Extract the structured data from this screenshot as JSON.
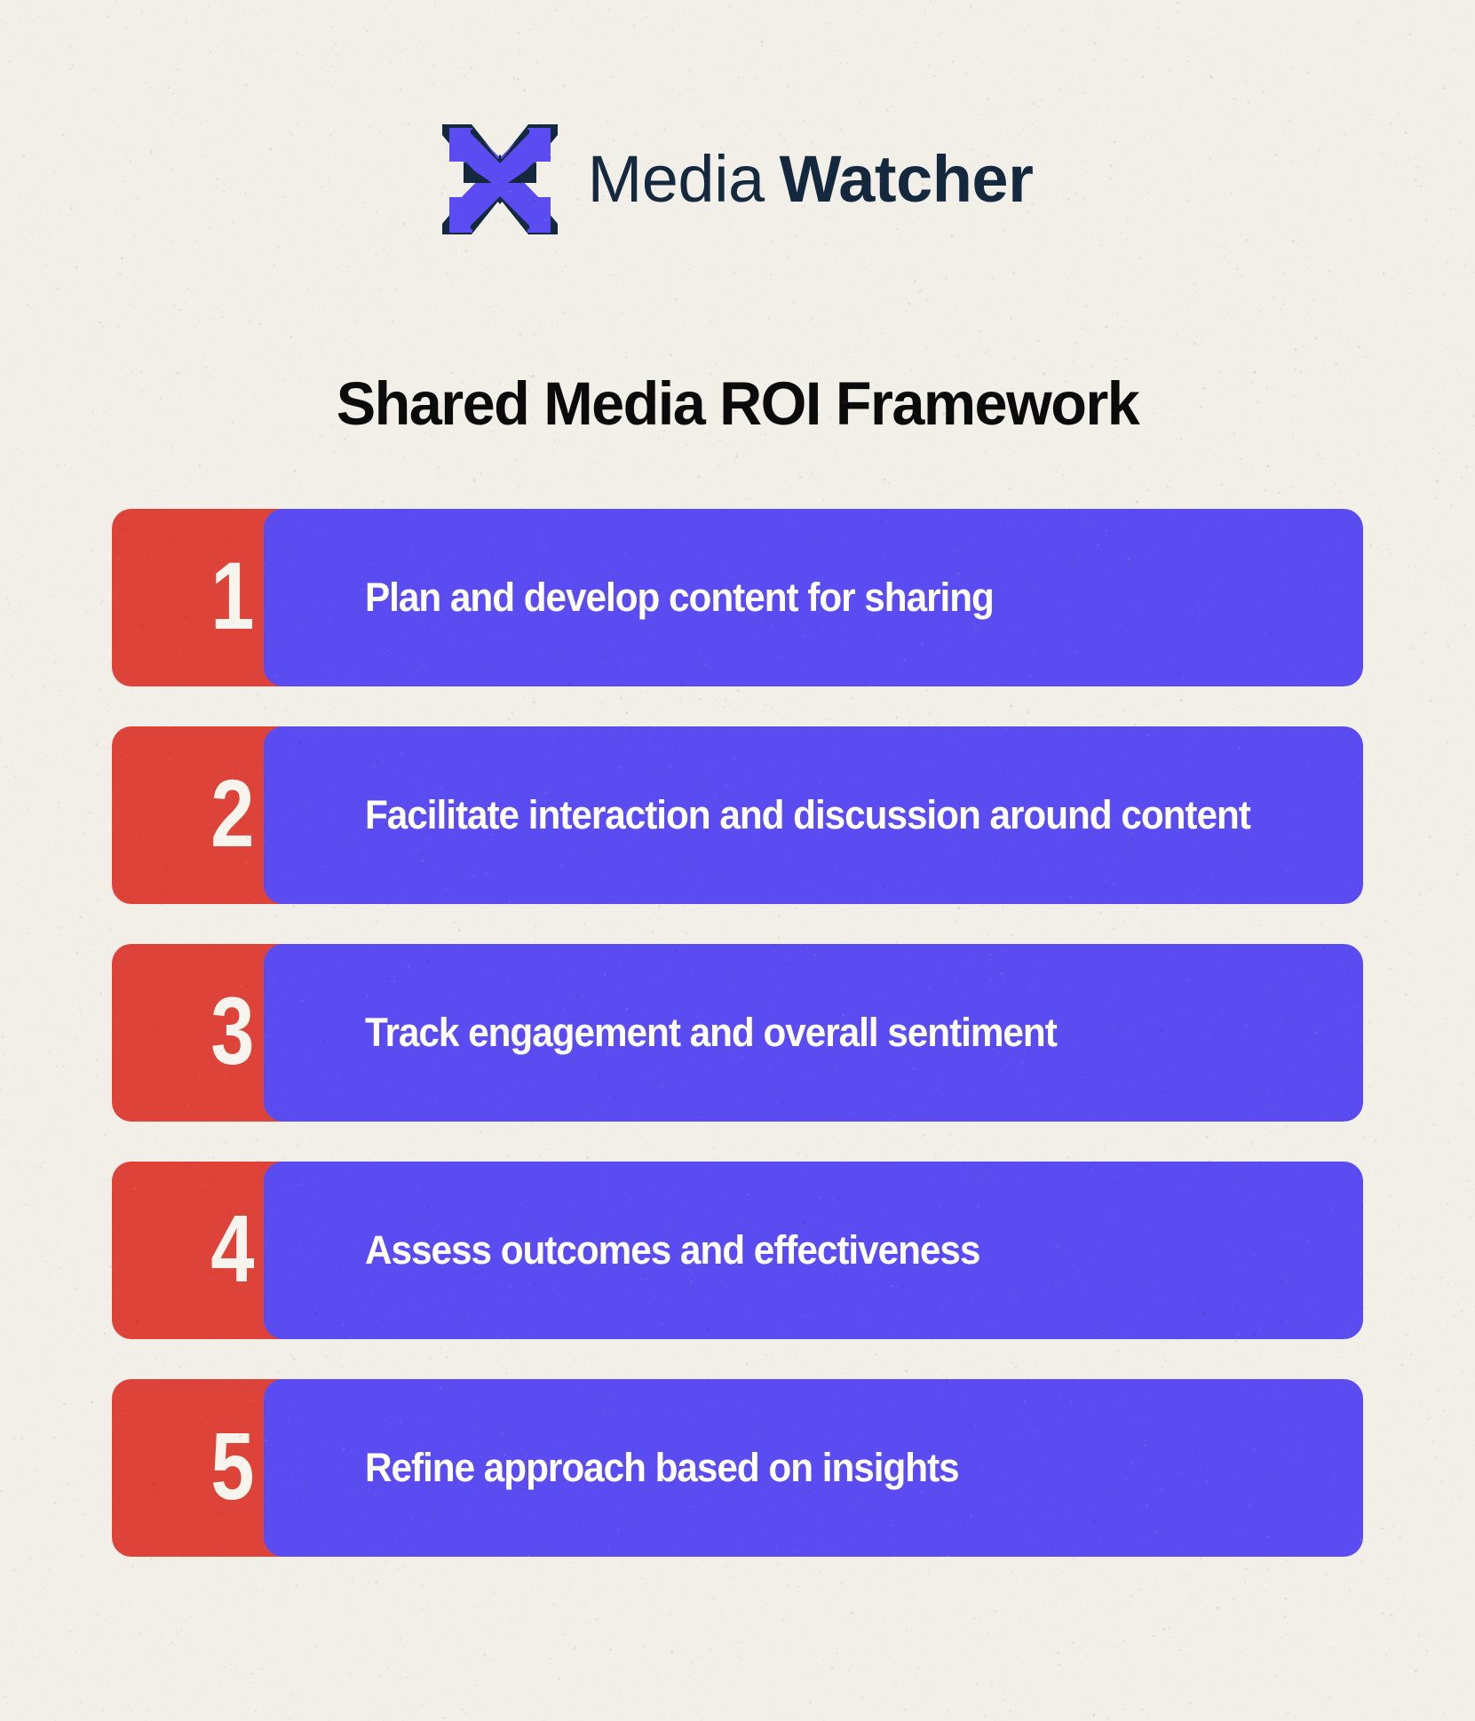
{
  "brand": {
    "logo_icon": "x-mark-logo-icon",
    "name_light": "Media",
    "name_bold": "Watcher",
    "mark_purple": "#5A4CF0",
    "mark_navy": "#14283E",
    "text_color": "#14283E"
  },
  "header": {
    "title": "Shared Media ROI Framework"
  },
  "theme": {
    "background": "#F2EFE9",
    "badge_red": "#DD4339",
    "bar_blue": "#5A4CF0",
    "text_white": "#FFFFFF",
    "title_black": "#0B0B0C"
  },
  "steps": [
    {
      "number": "1",
      "label": "Plan and develop content for sharing"
    },
    {
      "number": "2",
      "label": "Facilitate interaction and discussion around content"
    },
    {
      "number": "3",
      "label": "Track engagement and overall sentiment"
    },
    {
      "number": "4",
      "label": "Assess outcomes and effectiveness"
    },
    {
      "number": "5",
      "label": "Refine approach based on insights"
    }
  ]
}
